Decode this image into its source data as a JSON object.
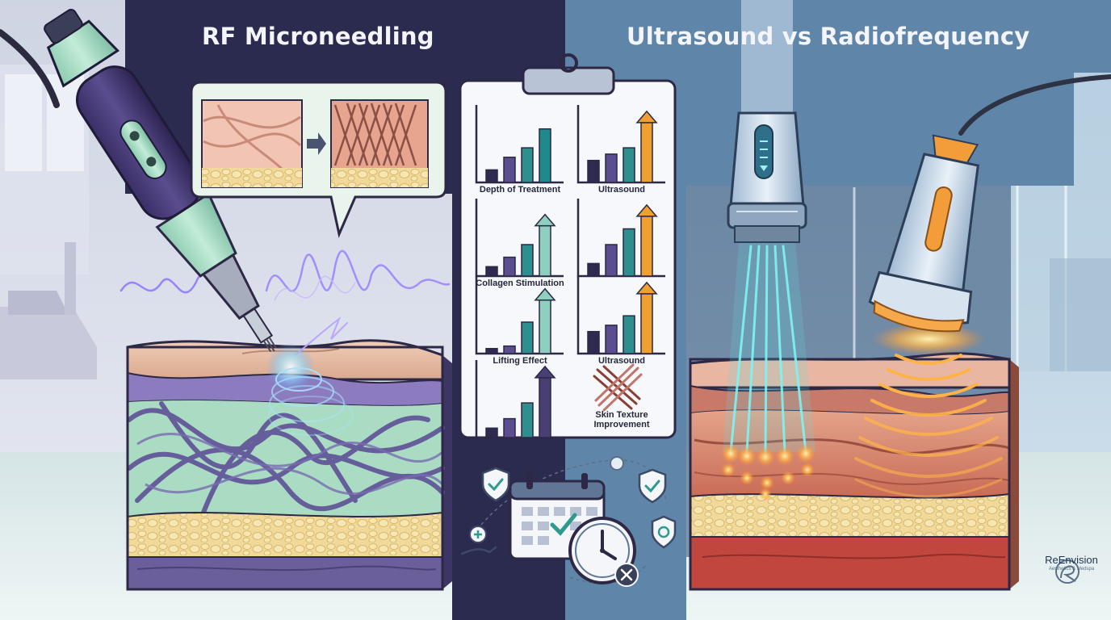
{
  "titles": {
    "left": "RF Microneedling",
    "right": "Ultrasound vs Radiofrequency"
  },
  "clipboard": {
    "charts": [
      {
        "label": "Depth of Treatment",
        "bars": [
          0.2,
          0.4,
          0.55,
          0.85
        ],
        "arrow": false,
        "accent": "#1f8a8e"
      },
      {
        "label": "Ultrasound",
        "bars": [
          0.35,
          0.45,
          0.55,
          0.95
        ],
        "arrow": true,
        "accent": "#f0a030"
      },
      {
        "label": "Collagen Stimulation",
        "bars": [
          0.15,
          0.3,
          0.5,
          0.8
        ],
        "arrow": true,
        "accent": "#8ecfc0"
      },
      {
        "label": "",
        "bars": [
          0.2,
          0.5,
          0.75,
          0.95
        ],
        "arrow": true,
        "accent": "#f0a030"
      },
      {
        "label": "Lifting Effect",
        "bars": [
          0.08,
          0.12,
          0.5,
          0.85
        ],
        "arrow": true,
        "accent": "#8ecfc0"
      },
      {
        "label": "Ultrasound",
        "bars": [
          0.35,
          0.45,
          0.6,
          0.95
        ],
        "arrow": true,
        "accent": "#f0a030"
      },
      {
        "label": "",
        "bars": [
          0.15,
          0.3,
          0.55,
          0.95
        ],
        "arrow": true,
        "accent": "#4a3f74"
      }
    ],
    "texture_label": [
      "Skin Texture",
      "Improvement"
    ]
  },
  "brand": {
    "name": "ReEnvision",
    "tagline": "Aesthetics & Medspa"
  },
  "colors": {
    "left_bg": "#2b2a4f",
    "right_bg": "#5f86a8",
    "mint": "#a9dcc2",
    "purple": "#6a5f9a",
    "orange": "#f29c3a",
    "cyan": "#5fe6e8"
  },
  "icons": [
    "rf-handpiece-icon",
    "ultrasound-probe-icon",
    "rf-probe-icon",
    "calendar-icon",
    "clock-icon",
    "shield-check-icon",
    "collagen-fibers-icon"
  ]
}
